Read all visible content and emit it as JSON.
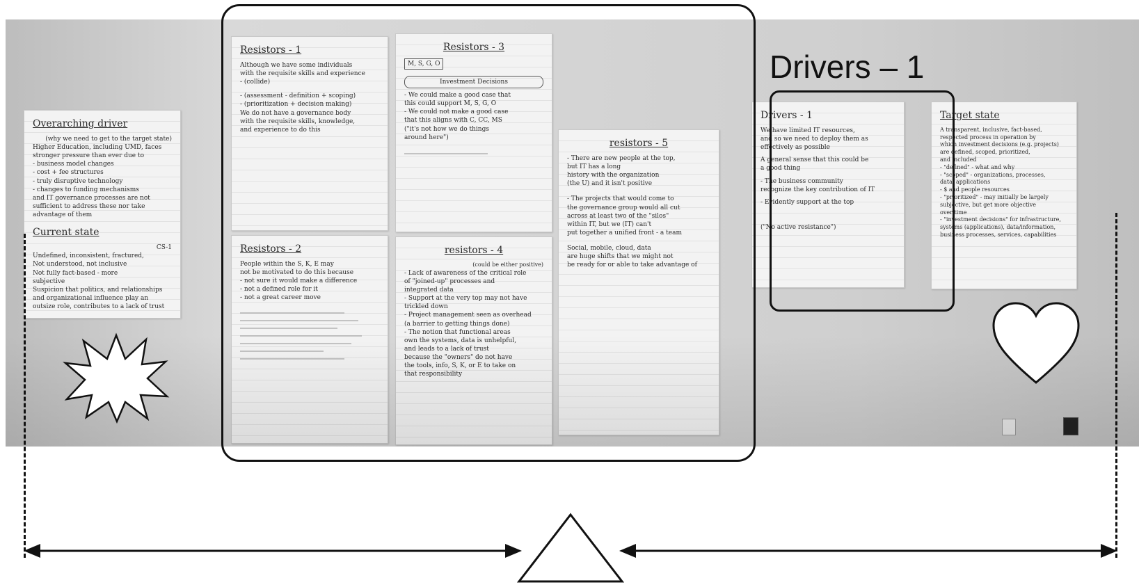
{
  "label": "Drivers – 1",
  "posters": [
    {
      "key": "overarching",
      "title": "Overarching driver",
      "lines": [
        "(why we need to get to the target state)",
        "Higher Education, including UMD, faces",
        "stronger pressure than ever due to",
        "- business model changes",
        "- cost + fee structures",
        "- truly disruptive technology",
        "- changes to funding mechanisms",
        "and IT governance processes are not",
        "sufficient to address these nor take",
        "advantage of them"
      ]
    },
    {
      "key": "current",
      "title": "Current state",
      "lines": [
        "CS-1",
        "Undefined, inconsistent, fractured,",
        "Not understood, not inclusive",
        "Not fully fact-based - more",
        "subjective",
        "Suspicion that politics, and relationships",
        "and organizational influence play an",
        "outsize role, contributes to a lack of trust"
      ]
    },
    {
      "key": "resistors1",
      "title": "Resistors - 1",
      "lines": [
        "Although we have some individuals",
        "with the requisite skills and experience",
        "- (collide)",
        "- (assessment - definition + scoping)",
        "- (prioritization + decision making)",
        "We do not have a governance body",
        "with the requisite skills, knowledge,",
        "and experience to do this"
      ]
    },
    {
      "key": "resistors3",
      "title": "Resistors - 3",
      "lines": [
        "M, S, G, O",
        "Investment Decisions",
        "- We could make a good case that",
        "this could support M, S, G, O",
        "- We could not make a good case",
        "that this aligns with C, CC, MS",
        "(\"it's not how we do things",
        "around here\")"
      ]
    },
    {
      "key": "resistors2",
      "title": "Resistors - 2",
      "lines": [
        "People within the S, K, E may",
        "not be motivated to do this because",
        "- not sure it would make a difference",
        "- not a defined role for it",
        "- not a great career move"
      ]
    },
    {
      "key": "resistors4",
      "title": "resistors - 4",
      "lines": [
        "(could be either positive)",
        "- Lack of awareness of the critical role",
        "of \"joined-up\" processes and",
        "integrated data",
        "- Support at the very top may not have",
        "trickled down",
        "- Project management seen as overhead",
        "(a barrier to getting things done)",
        "- The notion that functional areas",
        "own the systems, data is unhelpful,",
        "and leads to a lack of trust",
        "because the \"owners\" do not have",
        "the tools, info, S, K, or E to take on",
        "that responsibility"
      ]
    },
    {
      "key": "resistors5",
      "title": "resistors - 5",
      "lines": [
        "- There are new people at the top,",
        "but IT has a long",
        "history with the organization",
        "(the U) and it isn't positive",
        "- The projects that would come to",
        "the governance group would all cut",
        "across at least two of the \"silos\"",
        "within IT, but we (IT) can't",
        "put together a unified front - a team",
        "Social, mobile, cloud, data",
        "are huge shifts that we might not",
        "be ready for or able to take advantage of"
      ]
    },
    {
      "key": "drivers1",
      "title": "Drivers - 1",
      "lines": [
        "We have limited IT resources,",
        "and so we need to deploy them as",
        "effectively as possible",
        "A general sense that this could be",
        "a good thing",
        "- The business community",
        "recognize the key contribution of IT",
        "- Evidently support at the top",
        "(\"No active resistance\")"
      ]
    },
    {
      "key": "target",
      "title": "Target state",
      "lines": [
        "A transparent, inclusive, fact-based,",
        "respected process in operation by",
        "which investment decisions (e.g. projects)",
        "are defined, scoped, prioritized,",
        "and included",
        "- \"defined\" - what and why",
        "- \"scoped\" - organizations, processes,",
        "data, applications",
        "- $ and people resources",
        "- \"prioritized\" - may initially be largely",
        "subjective, but get more objective",
        "over time",
        "- \"investment decisions\" for infrastructure,",
        "systems (applications), data/information,",
        "business processes, services, capabilities"
      ]
    }
  ]
}
